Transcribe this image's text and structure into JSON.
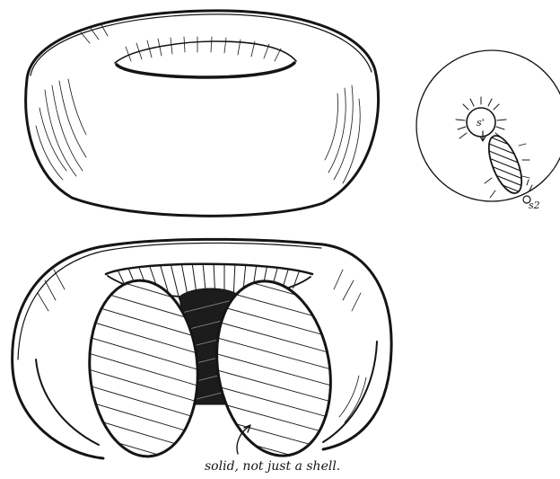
{
  "figure": {
    "ink_color": "#151515",
    "paper_color": "#ffffff",
    "panels": [
      {
        "id": "torus-whole"
      },
      {
        "id": "circle-with-points"
      },
      {
        "id": "torus-cutaway"
      }
    ]
  },
  "labels": {
    "point_s1": "s'",
    "point_s2": "s2",
    "annotation": "solid, not just a shell."
  }
}
